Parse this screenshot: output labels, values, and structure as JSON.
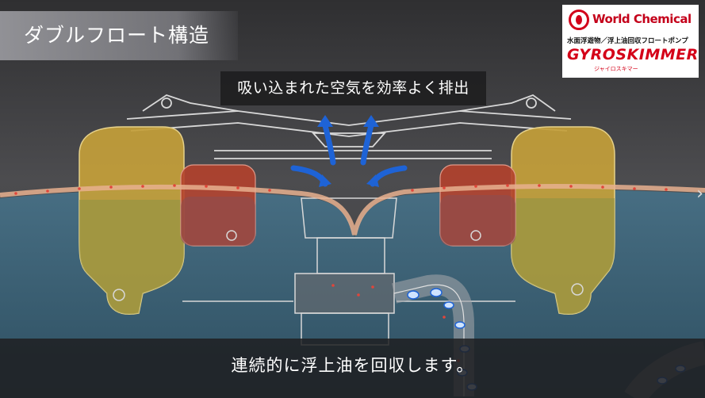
{
  "header": {
    "title": "ダブルフロート構造"
  },
  "callout": {
    "text": "吸い込まれた空気を効率よく排出"
  },
  "logo": {
    "company": "World Chemical",
    "tagline": "水面浮遊物／浮上油回収フロートポンプ",
    "product": "GYROSKIMMER",
    "kana": "ジャイロスキマー"
  },
  "subtitle": {
    "text": "連続的に浮上油を回収します。"
  },
  "colors": {
    "water": "#3f6478",
    "float_yellow": "#c9a43a",
    "float_red": "#b3412e",
    "oil_line": "#e7b08f",
    "arrow_blue": "#1e63d6"
  },
  "icons": {
    "next": "chevron-right-icon"
  }
}
